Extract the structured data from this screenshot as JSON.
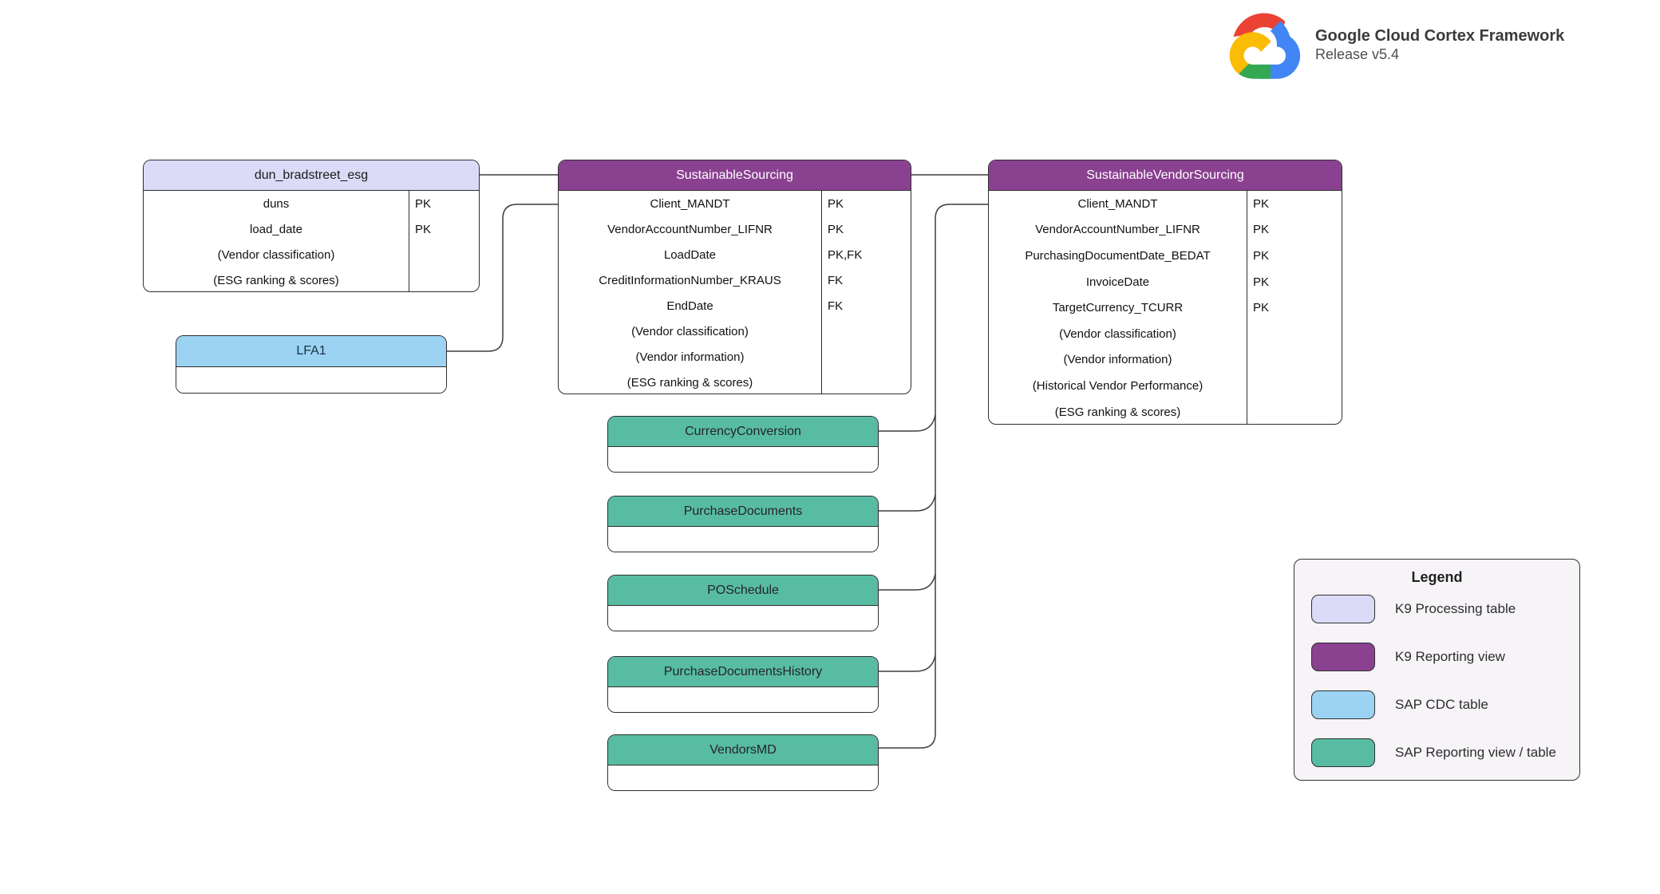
{
  "header": {
    "title": "Google Cloud Cortex Framework",
    "subtitle": "Release v5.4",
    "logo": "google-cloud-logo"
  },
  "colors": {
    "k9_processing_table": "#dcdbf7",
    "k9_reporting_view": "#8a4190",
    "sap_cdc_table": "#9cd3f3",
    "sap_reporting_view_table": "#58bca3",
    "connector": "#3d3d3d",
    "legend_background": "#f7f4f8",
    "canvas_background": "#ffffff"
  },
  "tables": [
    {
      "name": "dun_bradstreet_esg",
      "type": "K9 Processing table",
      "fields": [
        {
          "name": "duns",
          "key": "PK"
        },
        {
          "name": "load_date",
          "key": "PK"
        },
        {
          "name": "(Vendor classification)",
          "key": ""
        },
        {
          "name": "(ESG ranking & scores)",
          "key": ""
        }
      ]
    },
    {
      "name": "SustainableSourcing",
      "type": "K9 Reporting view",
      "fields": [
        {
          "name": "Client_MANDT",
          "key": "PK"
        },
        {
          "name": "VendorAccountNumber_LIFNR",
          "key": "PK"
        },
        {
          "name": "LoadDate",
          "key": "PK,FK"
        },
        {
          "name": "CreditInformationNumber_KRAUS",
          "key": "FK"
        },
        {
          "name": "EndDate",
          "key": "FK"
        },
        {
          "name": "(Vendor classification)",
          "key": ""
        },
        {
          "name": "(Vendor information)",
          "key": ""
        },
        {
          "name": "(ESG ranking & scores)",
          "key": ""
        }
      ]
    },
    {
      "name": "SustainableVendorSourcing",
      "type": "K9 Reporting view",
      "fields": [
        {
          "name": "Client_MANDT",
          "key": "PK"
        },
        {
          "name": "VendorAccountNumber_LIFNR",
          "key": "PK"
        },
        {
          "name": "PurchasingDocumentDate_BEDAT",
          "key": "PK"
        },
        {
          "name": "InvoiceDate",
          "key": "PK"
        },
        {
          "name": "TargetCurrency_TCURR",
          "key": "PK"
        },
        {
          "name": "(Vendor classification)",
          "key": ""
        },
        {
          "name": "(Vendor information)",
          "key": ""
        },
        {
          "name": "(Historical Vendor Performance)",
          "key": ""
        },
        {
          "name": "(ESG ranking & scores)",
          "key": ""
        }
      ]
    },
    {
      "name": "LFA1",
      "type": "SAP CDC table",
      "fields": []
    },
    {
      "name": "CurrencyConversion",
      "type": "SAP Reporting view / table",
      "fields": []
    },
    {
      "name": "PurchaseDocuments",
      "type": "SAP Reporting view / table",
      "fields": []
    },
    {
      "name": "POSchedule",
      "type": "SAP Reporting view / table",
      "fields": []
    },
    {
      "name": "PurchaseDocumentsHistory",
      "type": "SAP Reporting view / table",
      "fields": []
    },
    {
      "name": "VendorsMD",
      "type": "SAP Reporting view / table",
      "fields": []
    }
  ],
  "connections": [
    {
      "from": "dun_bradstreet_esg",
      "to": "SustainableSourcing"
    },
    {
      "from": "LFA1",
      "to": "SustainableSourcing"
    },
    {
      "from": "SustainableSourcing",
      "to": "SustainableVendorSourcing"
    },
    {
      "from": "SustainableVendorSourcing",
      "to": "VendorsMD"
    },
    {
      "from": "CurrencyConversion",
      "to": "SustainableVendorSourcing"
    },
    {
      "from": "PurchaseDocuments",
      "to": "SustainableVendorSourcing"
    },
    {
      "from": "POSchedule",
      "to": "SustainableVendorSourcing"
    },
    {
      "from": "PurchaseDocumentsHistory",
      "to": "SustainableVendorSourcing"
    }
  ],
  "legend": {
    "title": "Legend",
    "items": [
      {
        "label": "K9 Processing table",
        "color": "#dcdbf7"
      },
      {
        "label": "K9 Reporting view",
        "color": "#8a4190"
      },
      {
        "label": "SAP CDC table",
        "color": "#9cd3f3"
      },
      {
        "label": "SAP Reporting view / table",
        "color": "#58bca3"
      }
    ]
  }
}
